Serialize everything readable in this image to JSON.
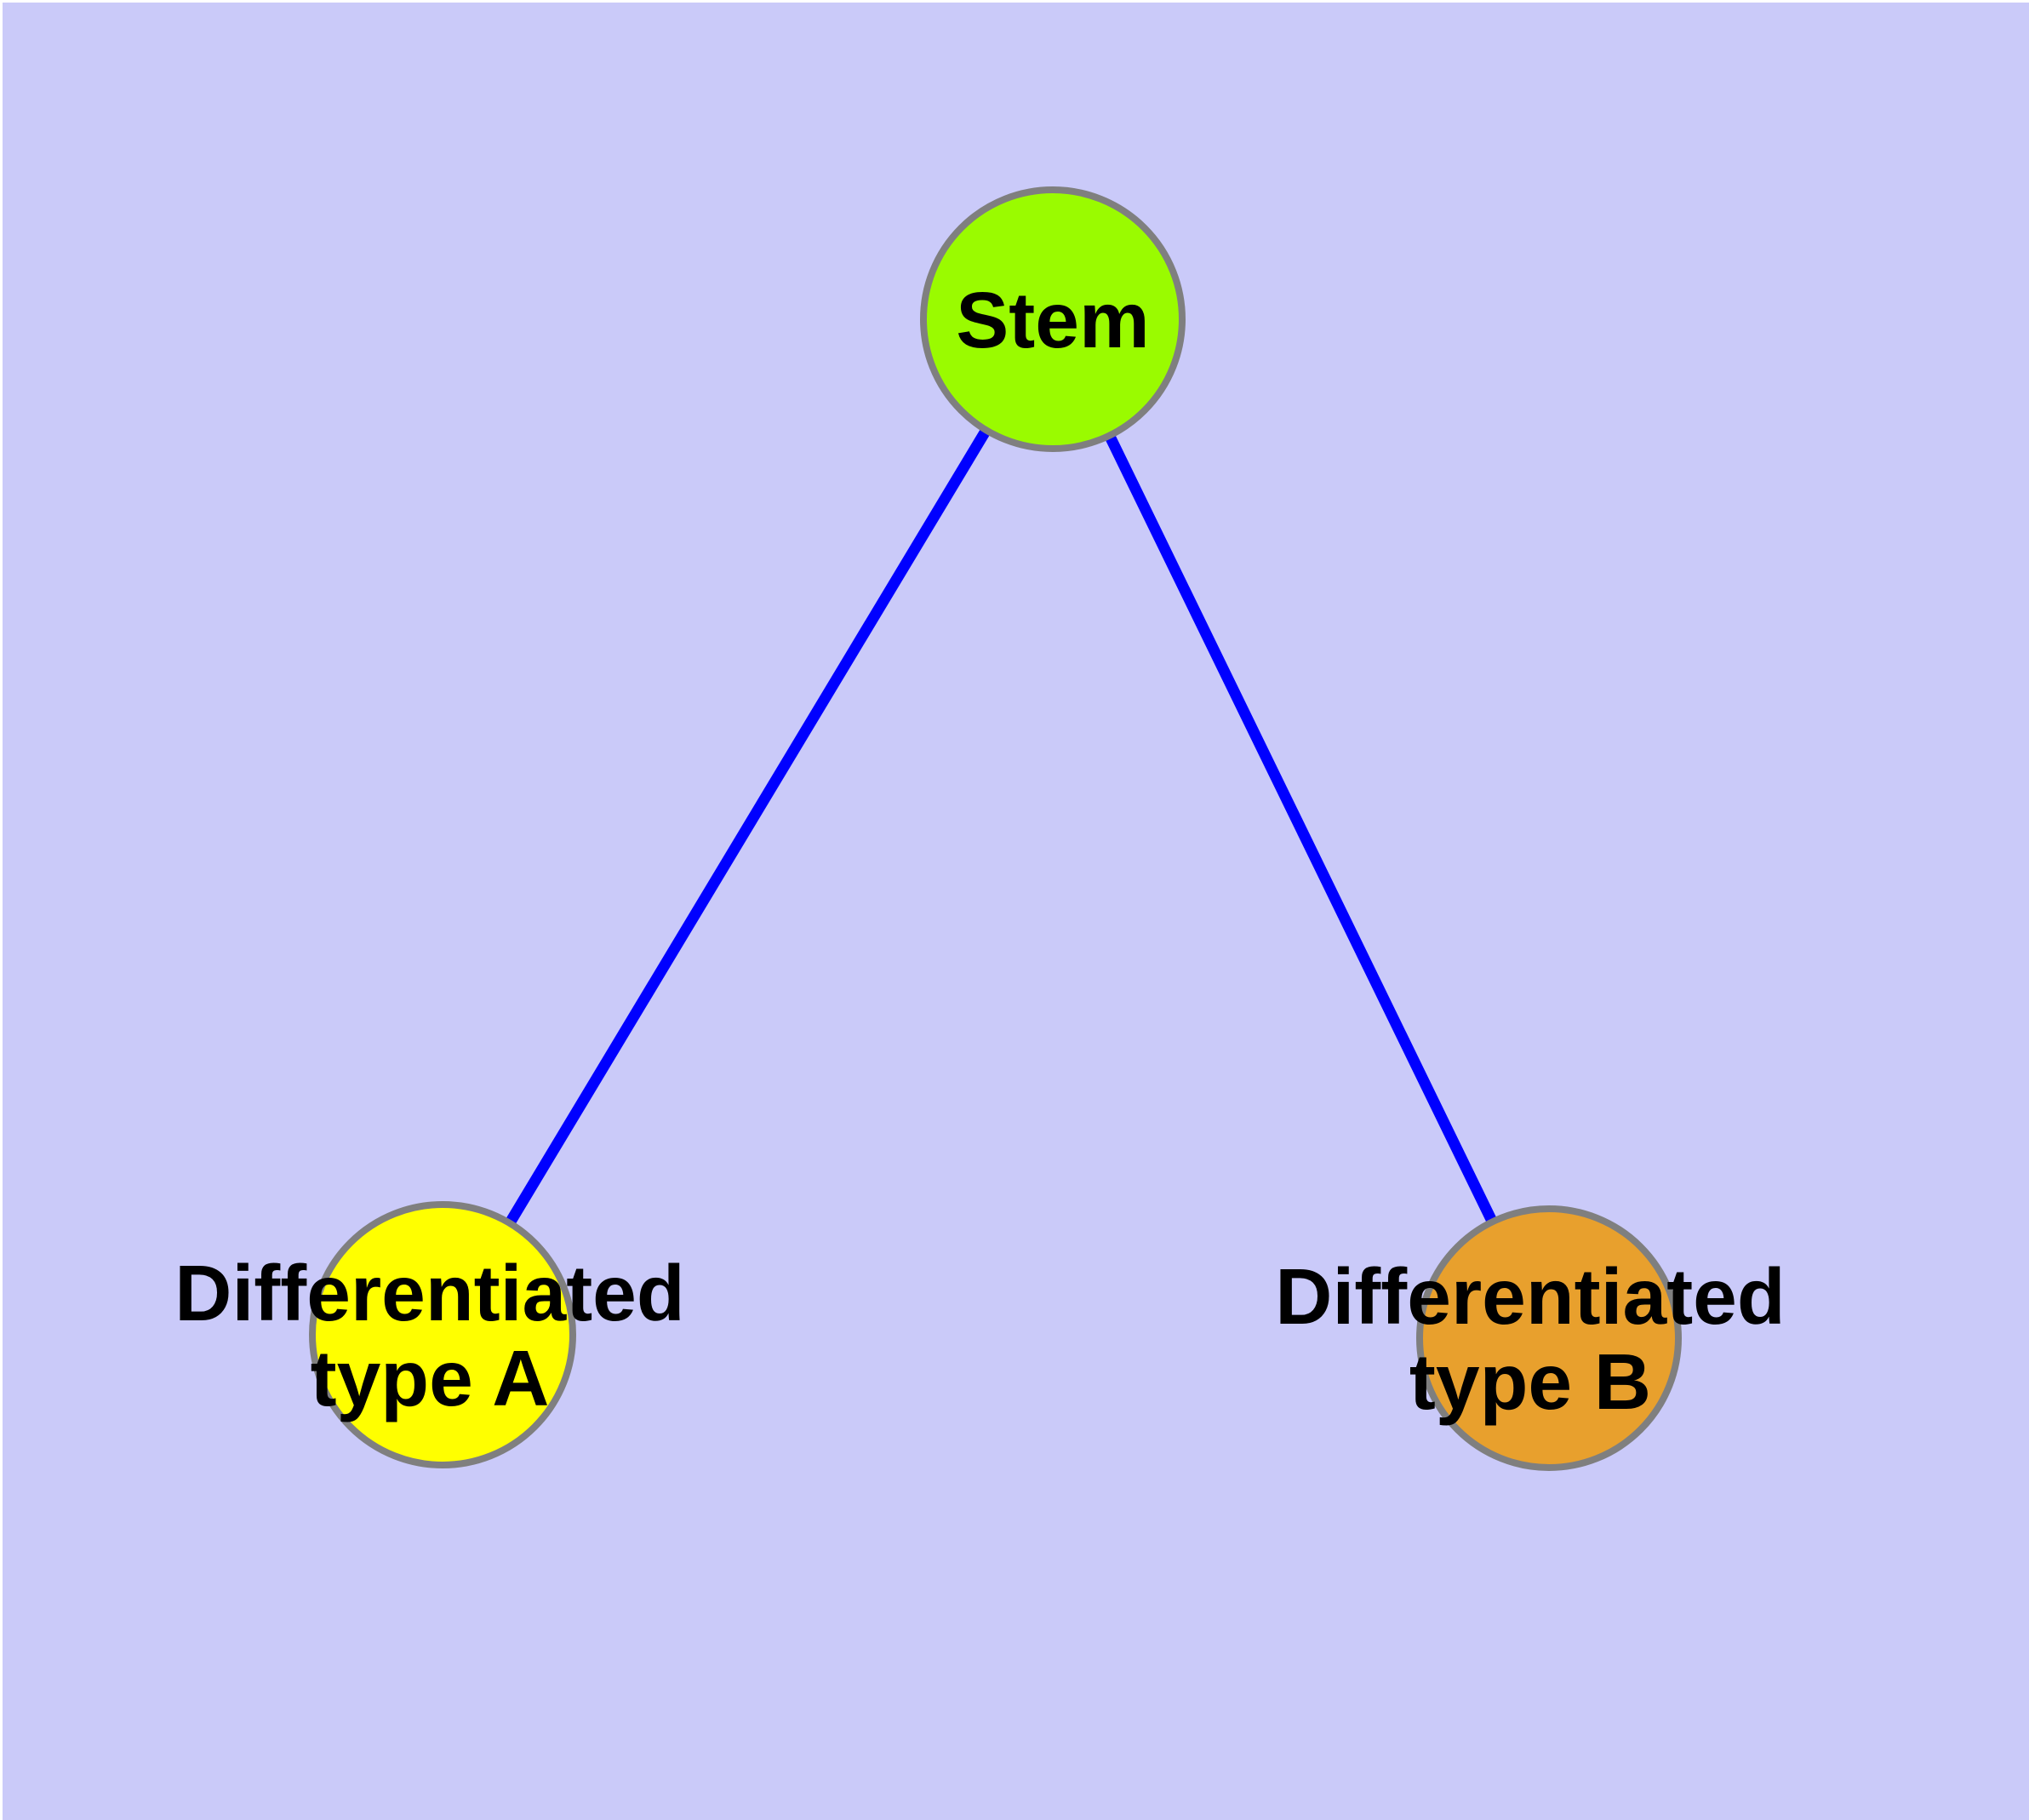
{
  "diagram": {
    "background_color": "#CACAF9",
    "edge_color": "#0000FF",
    "node_border_color": "#7F7F7F",
    "label_color": "#000000",
    "nodes": [
      {
        "id": "stem",
        "label": "Stem",
        "fill": "#9AFB00"
      },
      {
        "id": "differentiated-type-a",
        "label": "Differentiated type A",
        "label_line1": "Differentiated",
        "label_line2": "type A",
        "fill": "#FFFF00"
      },
      {
        "id": "differentiated-type-b",
        "label": "Differentiated type B",
        "label_line1": "Differentiated",
        "label_line2": "type B",
        "fill": "#E8A02D"
      }
    ],
    "edges": [
      {
        "from": "Stem",
        "to": "Differentiated type A"
      },
      {
        "from": "Stem",
        "to": "Differentiated type B"
      }
    ]
  }
}
